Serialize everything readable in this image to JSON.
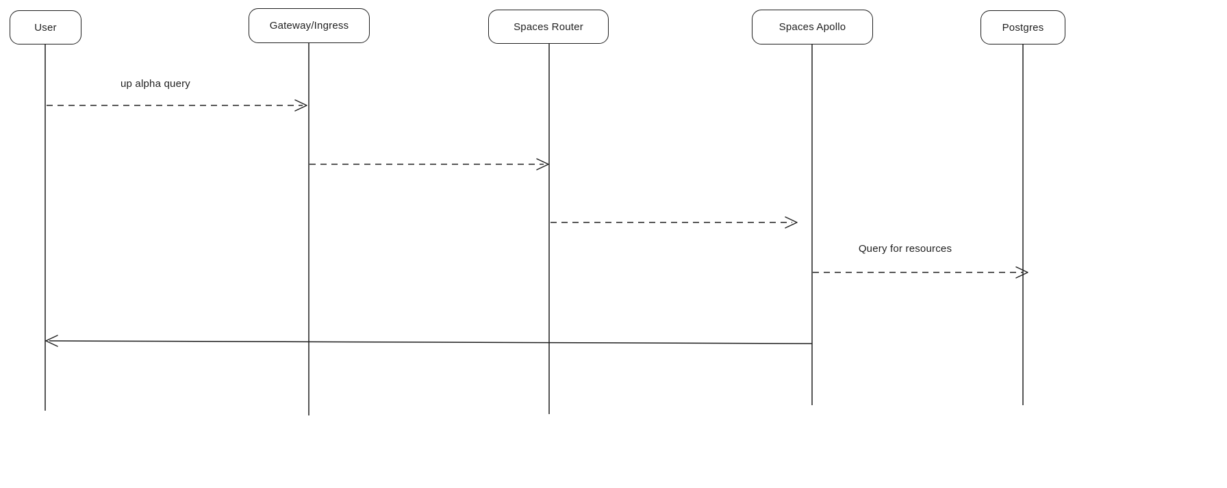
{
  "diagram": {
    "type": "sequence-diagram",
    "colors": {
      "stroke": "#1e1e1e",
      "background": "#ffffff"
    },
    "actors": [
      {
        "id": "user",
        "label": "User"
      },
      {
        "id": "gateway-ingress",
        "label": "Gateway/Ingress"
      },
      {
        "id": "spaces-router",
        "label": "Spaces Router"
      },
      {
        "id": "spaces-apollo",
        "label": "Spaces Apollo"
      },
      {
        "id": "postgres",
        "label": "Postgres"
      }
    ],
    "messages": [
      {
        "from": "User",
        "to": "Gateway/Ingress",
        "label": "up alpha query",
        "style": "dashed",
        "direction": "right"
      },
      {
        "from": "Gateway/Ingress",
        "to": "Spaces Router",
        "label": "",
        "style": "dashed",
        "direction": "right"
      },
      {
        "from": "Spaces Router",
        "to": "Spaces Apollo",
        "label": "",
        "style": "dashed",
        "direction": "right"
      },
      {
        "from": "Spaces Apollo",
        "to": "Postgres",
        "label": "Query for resources",
        "style": "dashed",
        "direction": "right"
      },
      {
        "from": "Spaces Apollo",
        "to": "User",
        "label": "",
        "style": "solid",
        "direction": "left"
      }
    ]
  }
}
